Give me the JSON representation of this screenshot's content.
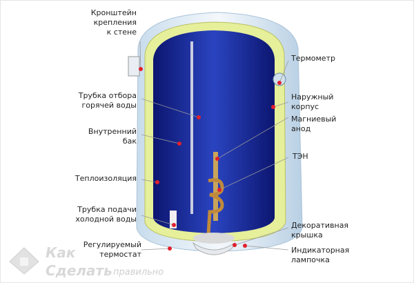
{
  "left_labels": {
    "bracket": "Кронштейн\nкрепления\nк стене",
    "hot_pipe": "Трубка отбора\nгорячей воды",
    "inner_tank": "Внутренний\nбак",
    "insulation": "Теплоизоляция",
    "cold_pipe": "Трубка подачи\nхолодной воды",
    "thermostat": "Регулируемый\nтермостат"
  },
  "right_labels": {
    "thermometer": "Термометр",
    "outer_casing": "Наружный\nкорпус",
    "anode": "Магниевый\nанод",
    "heater": "ТЭН",
    "cover": "Декоративная\nкрышка",
    "lamp": "Индикаторная\nлампочка"
  },
  "logo": {
    "line1": "Как",
    "line2": "правильно",
    "line3": "Сделать"
  },
  "colors": {
    "tank_blue": "#1a2fa0",
    "insulation": "#e6ef9a",
    "casing": "#dbe9f4",
    "marker": "#e0202c"
  }
}
